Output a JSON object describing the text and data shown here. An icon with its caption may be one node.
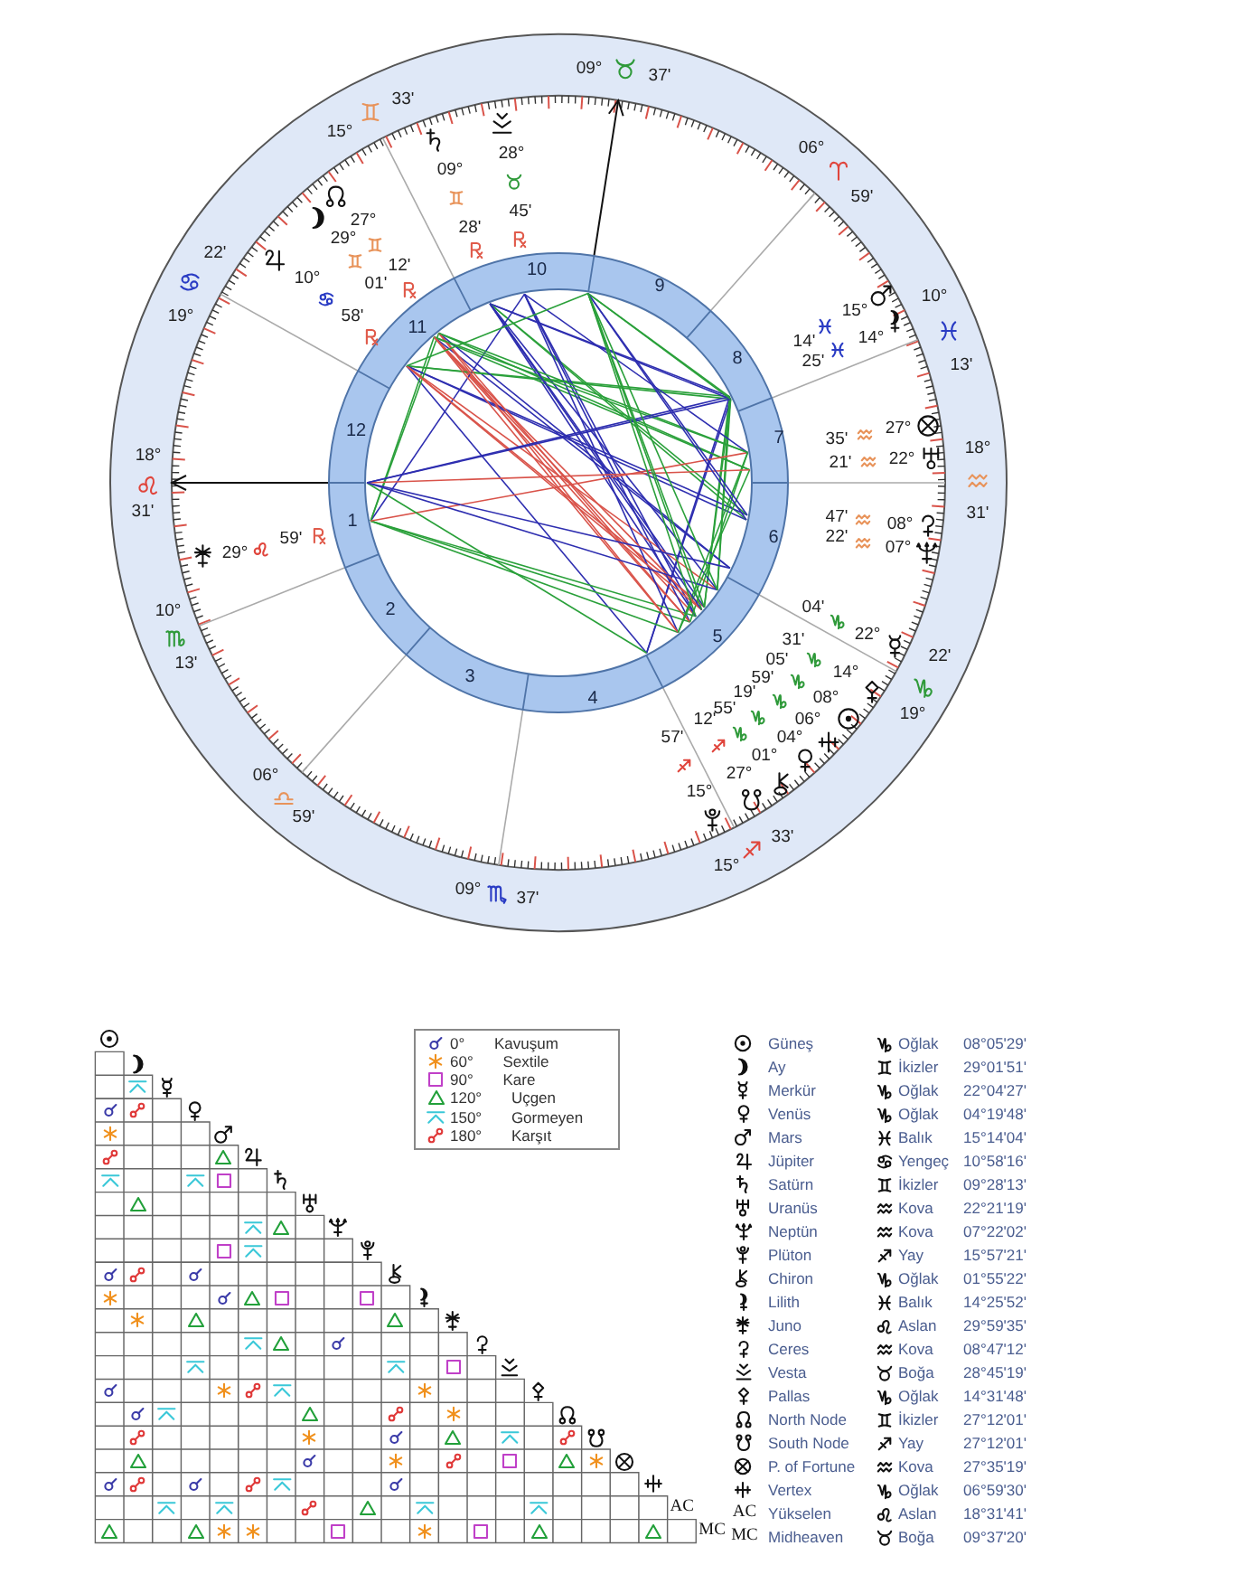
{
  "diagram": {
    "labels": [
      "18°",
      "31'",
      "10°",
      "13'",
      "06°",
      "59'",
      "09°",
      "37'",
      "15°",
      "33'",
      "19°",
      "22'",
      "18°",
      "31'",
      "10°",
      "13'",
      "06°",
      "59'",
      "09°",
      "37'",
      "15°",
      "33'",
      "19°",
      "22'",
      "1",
      "2",
      "3",
      "4",
      "5",
      "6",
      "7",
      "8",
      "9",
      "10",
      "11",
      "12",
      "05'",
      "08°",
      "29°",
      "01'",
      "04'",
      "22°",
      "19'",
      "04°",
      "14'",
      "15°",
      "10°",
      "58'",
      "09°",
      "28'",
      "21'",
      "22°",
      "22'",
      "07°",
      "57'",
      "15°",
      "55'",
      "01°",
      "25'",
      "14°",
      "29°",
      "59'",
      "47'",
      "08°",
      "28°",
      "45'",
      "31'",
      "14°",
      "27°",
      "12'",
      "12'",
      "27°",
      "35'",
      "27°",
      "59'",
      "06°",
      "AC",
      "MC",
      "Güneş",
      "Oğlak",
      "08°05'29'",
      "Ay",
      "İkizler",
      "29°01'51'",
      "Merkür",
      "Oğlak",
      "22°04'27'",
      "Venüs",
      "Oğlak",
      "04°19'48'",
      "Mars",
      "Balık",
      "15°14'04'",
      "Jüpiter",
      "Yengeç",
      "10°58'16'",
      "Satürn",
      "İkizler",
      "09°28'13'",
      "Uranüs",
      "Kova",
      "22°21'19'",
      "Neptün",
      "Kova",
      "07°22'02'",
      "Plüton",
      "Yay",
      "15°57'21'",
      "Chiron",
      "Oğlak",
      "01°55'22'",
      "Lilith",
      "Balık",
      "14°25'52'",
      "Juno",
      "Aslan",
      "29°59'35'",
      "Ceres",
      "Kova",
      "08°47'12'",
      "Vesta",
      "Boğa",
      "28°45'19'",
      "Pallas",
      "Oğlak",
      "14°31'48'",
      "North Node",
      "İkizler",
      "27°12'01'",
      "South Node",
      "Yay",
      "27°12'01'",
      "P. of Fortune",
      "Kova",
      "27°35'19'",
      "Vertex",
      "Oğlak",
      "06°59'30'",
      "AC",
      "Yükselen",
      "Aslan",
      "18°31'41'",
      "MC",
      "Midheaven",
      "Boğa",
      "09°37'20'"
    ],
    "legend": [
      {
        "text": "0° Kavuşum"
      },
      {
        "text": "60° Sextile"
      },
      {
        "text": "90° Kare"
      },
      {
        "text": "120° Uçgen"
      },
      {
        "text": "150° Gormeyen"
      },
      {
        "text": "180° Karşıt"
      }
    ]
  }
}
